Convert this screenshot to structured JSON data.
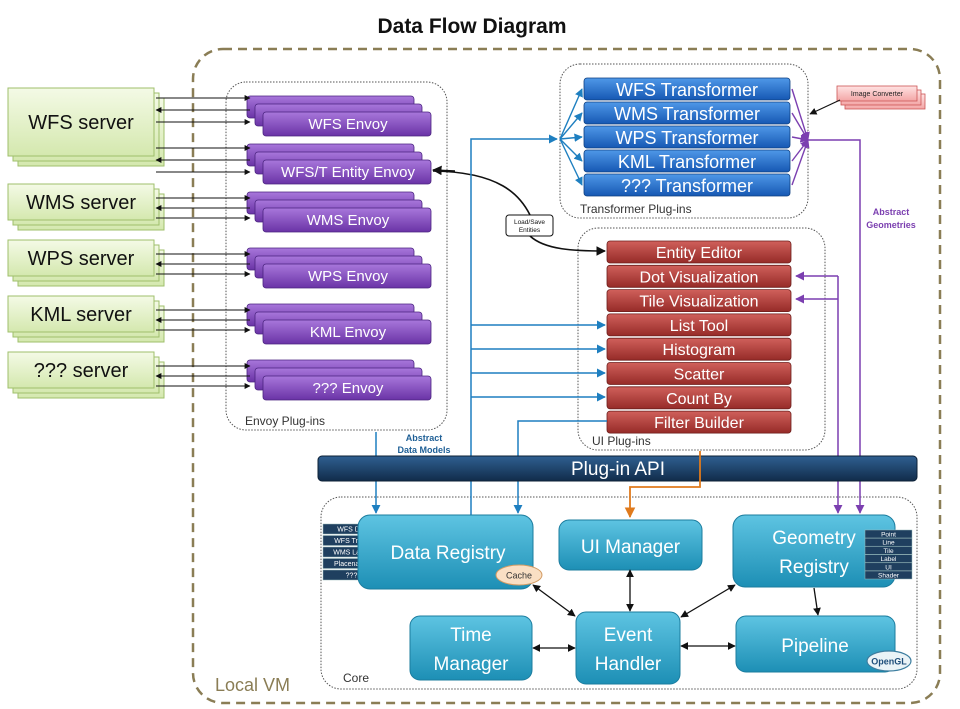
{
  "title": "Data Flow Diagram",
  "regions": {
    "local_vm": "Local VM",
    "envoy_plugins": "Envoy Plug-ins",
    "transformer_plugins": "Transformer Plug-ins",
    "ui_plugins": "UI Plug-ins",
    "core": "Core"
  },
  "servers": [
    "WFS server",
    "WMS server",
    "WPS server",
    "KML server",
    "??? server"
  ],
  "envoys": [
    "WFS Envoy",
    "WFS/T Entity Envoy",
    "WMS Envoy",
    "WPS Envoy",
    "KML Envoy",
    "??? Envoy"
  ],
  "transformers": [
    "WFS Transformer",
    "WMS Transformer",
    "WPS Transformer",
    "KML Transformer",
    "??? Transformer"
  ],
  "image_converter": "Image Converter",
  "ui_tools": [
    "Entity Editor",
    "Dot Visualization",
    "Tile Visualization",
    "List Tool",
    "Histogram",
    "Scatter",
    "Count By",
    "Filter Builder"
  ],
  "labels": {
    "load_save_1": "Load/Save",
    "load_save_2": "Entities",
    "abstract_geometries_1": "Abstract",
    "abstract_geometries_2": "Geometries",
    "abstract_data_models_1": "Abstract",
    "abstract_data_models_2": "Data Models"
  },
  "plugin_api": "Plug-in API",
  "core": {
    "data_registry": "Data Registry",
    "cache": "Cache",
    "ui_manager": "UI Manager",
    "geometry_registry_1": "Geometry",
    "geometry_registry_2": "Registry",
    "time_manager_1": "Time",
    "time_manager_2": "Manager",
    "event_handler_1": "Event",
    "event_handler_2": "Handler",
    "pipeline": "Pipeline",
    "opengl": "OpenGL",
    "data_registry_items": [
      "WFS Dot",
      "WFS Track",
      "WMS Layer",
      "Placename",
      "???"
    ],
    "geometry_registry_items": [
      "Point",
      "Line",
      "Tile",
      "Label",
      "UI",
      "Shader"
    ]
  },
  "colors": {
    "server_fill": "#e4f2c8",
    "envoy": "#8a4fc4",
    "transformer": "#1f6fd0",
    "ui_tool": "#b03a36",
    "core_box": "#2aa3c8",
    "plugin_api": "#1c3f66",
    "arrow_blue": "#1e7fc0",
    "arrow_purple": "#7b3fb0",
    "arrow_orange": "#e07a1c"
  }
}
